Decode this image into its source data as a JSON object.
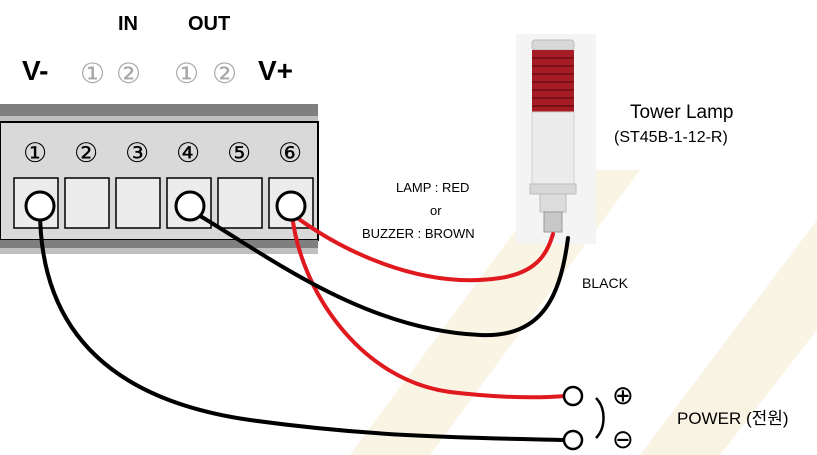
{
  "header": {
    "in_label": "IN",
    "out_label": "OUT",
    "v_minus": "V-",
    "v_plus": "V+",
    "top_pins": [
      "①",
      "②",
      "①",
      "②"
    ]
  },
  "terminal_block": {
    "pin_numbers": [
      "①",
      "②",
      "③",
      "④",
      "⑤",
      "⑥"
    ]
  },
  "tower_lamp": {
    "title": "Tower Lamp",
    "model": "(ST45B-1-12-R)"
  },
  "wires": {
    "signal_label_1": "LAMP : RED",
    "signal_label_2": "or",
    "signal_label_3": "BUZZER : BROWN",
    "black_label": "BLACK"
  },
  "power": {
    "plus_symbol": "⊕",
    "minus_symbol": "⊖",
    "label": "POWER (전원)"
  },
  "colors": {
    "red_wire": "#e0191f",
    "black_wire": "#000000",
    "terminal_gray": "#d9d9d9",
    "watermark": "#f6ecd2",
    "lamp_red": "#a51c24"
  }
}
